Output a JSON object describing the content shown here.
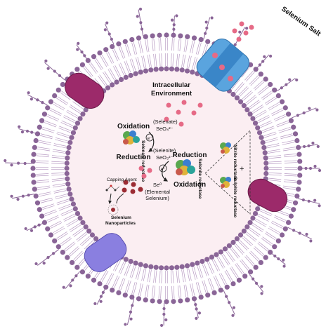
{
  "colors": {
    "membrane": "#8a6597",
    "membrane_light": "#b79ac2",
    "interior": "#fbeef2",
    "particle": "#e66a86",
    "dark_particle": "#9b2b33",
    "channel_blue": "#5aa4de",
    "channel_magenta": "#9c2a6a",
    "channel_purple": "#8a7fe0",
    "magenta_right": "#a0276b"
  },
  "labels": {
    "selenium_salt": "Selenium Salt",
    "intracellular_line1": "Intracellular",
    "intracellular_line2": "Environment",
    "oxidation_left": "Oxidation",
    "reduction_left": "Reduction",
    "selenate_reductase": "Selenate reductase",
    "selenate": "(Selenate)",
    "seo4": "SeO₄²⁻",
    "selenite": "(Selenite)",
    "seo3": "SeO₃²⁻",
    "electron": "e⁻",
    "se0": "Se⁰",
    "elemental": "(Elemental",
    "selenium_word": "Selenium)",
    "capping_agent": "Capping Agent",
    "selenium_np_line1": "Selenium",
    "selenium_np_line2": "Nanoparticles",
    "reduction_right": "Reduction",
    "oxidation_right": "Oxidation",
    "selenite_reductase": "Selenite reductase",
    "nitrite_reductase": "Nitrite reductase",
    "sulphite_reductase": "Sulphite reductase",
    "plus": "+"
  },
  "icons": {
    "enzyme": "enzyme-cluster-icon",
    "electron": "electron-icon",
    "nanoparticle": "nanoparticle-icon",
    "capping": "capping-agent-icon"
  }
}
